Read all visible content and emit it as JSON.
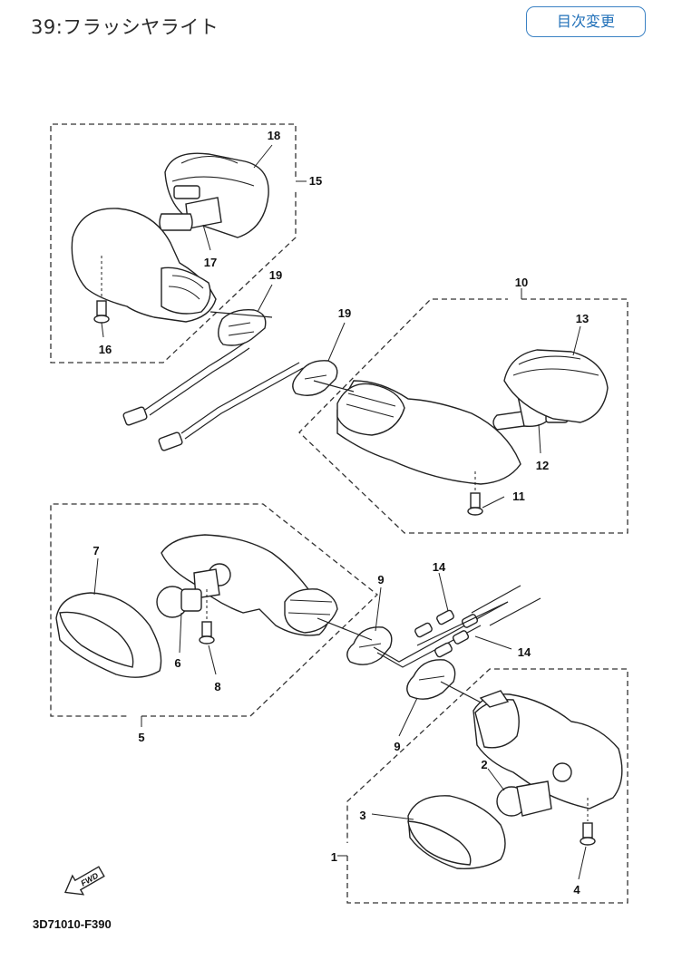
{
  "header": {
    "title": "39:フラッシヤライト",
    "toc_button_label": "目次変更"
  },
  "diagram": {
    "part_labels": [
      "1",
      "2",
      "3",
      "4",
      "5",
      "6",
      "7",
      "8",
      "9",
      "9",
      "10",
      "11",
      "12",
      "13",
      "14",
      "14",
      "15",
      "16",
      "17",
      "18",
      "19",
      "19"
    ],
    "fwd_label": "FWD",
    "drawing_code": "3D71010-F390"
  },
  "colors": {
    "accent": "#3b82c4",
    "line": "#222222"
  }
}
